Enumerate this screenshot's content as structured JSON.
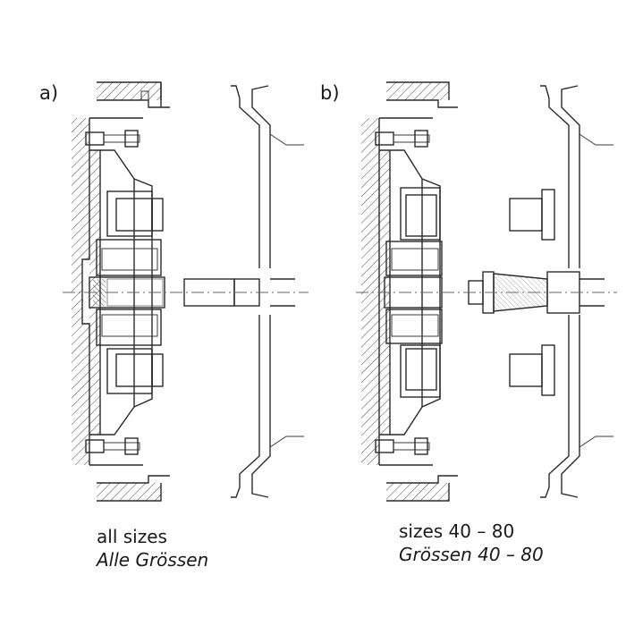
{
  "panels": [
    {
      "id": "a",
      "label": "a)",
      "caption": [
        "all sizes",
        "Alle Grössen"
      ]
    },
    {
      "id": "b",
      "label": "b)",
      "caption": [
        "sizes 40 – 80",
        "Grössen 40 – 80"
      ]
    }
  ],
  "colors": {
    "line": "#2a2a2a",
    "rubber_element": "#1a1a1a",
    "background": "#ffffff"
  }
}
